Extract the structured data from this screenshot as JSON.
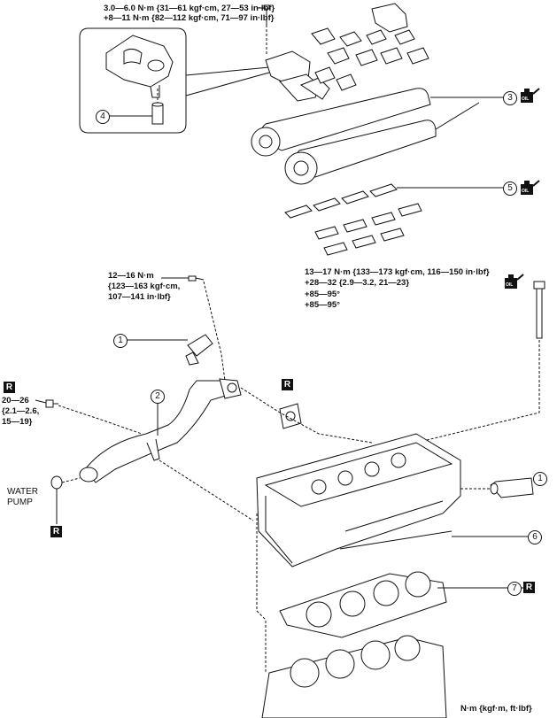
{
  "torque": {
    "camcap_line1": "3.0—6.0 N·m {31—61 kgf·cm, 27—53 in·lbf}",
    "camcap_line2": "+8—11 N·m {82—112 kgf·cm, 71—97 in·lbf}",
    "pipe_bolt_line1": "12—16 N·m",
    "pipe_bolt_line2": "{123—163 kgf·cm,",
    "pipe_bolt_line3": "107—141 in·lbf}",
    "head_bolt_line1": "13—17 N·m {133—173 kgf·cm, 116—150 in·lbf}",
    "head_bolt_line2": "+28—32 {2.9—3.2, 21—23}",
    "head_bolt_line3": "+85—95°",
    "head_bolt_line4": "+85—95°",
    "nut_line1": "20—26",
    "nut_line2": "{2.1—2.6,",
    "nut_line3": "15—19}"
  },
  "callouts": {
    "c1a": "1",
    "c1b": "1",
    "c2": "2",
    "c3": "3",
    "c4": "4",
    "c5": "5",
    "c6": "6",
    "c7": "7"
  },
  "labels": {
    "water": "WATER",
    "pump": "PUMP",
    "units": "N·m {kgf·m, ft·lbf}",
    "replace": "R",
    "oil": "OIL"
  },
  "icons": {
    "replace_mark": "replace-part-icon",
    "oil_mark": "apply-oil-icon"
  },
  "colors": {
    "line": "#111111",
    "background": "#ffffff"
  }
}
